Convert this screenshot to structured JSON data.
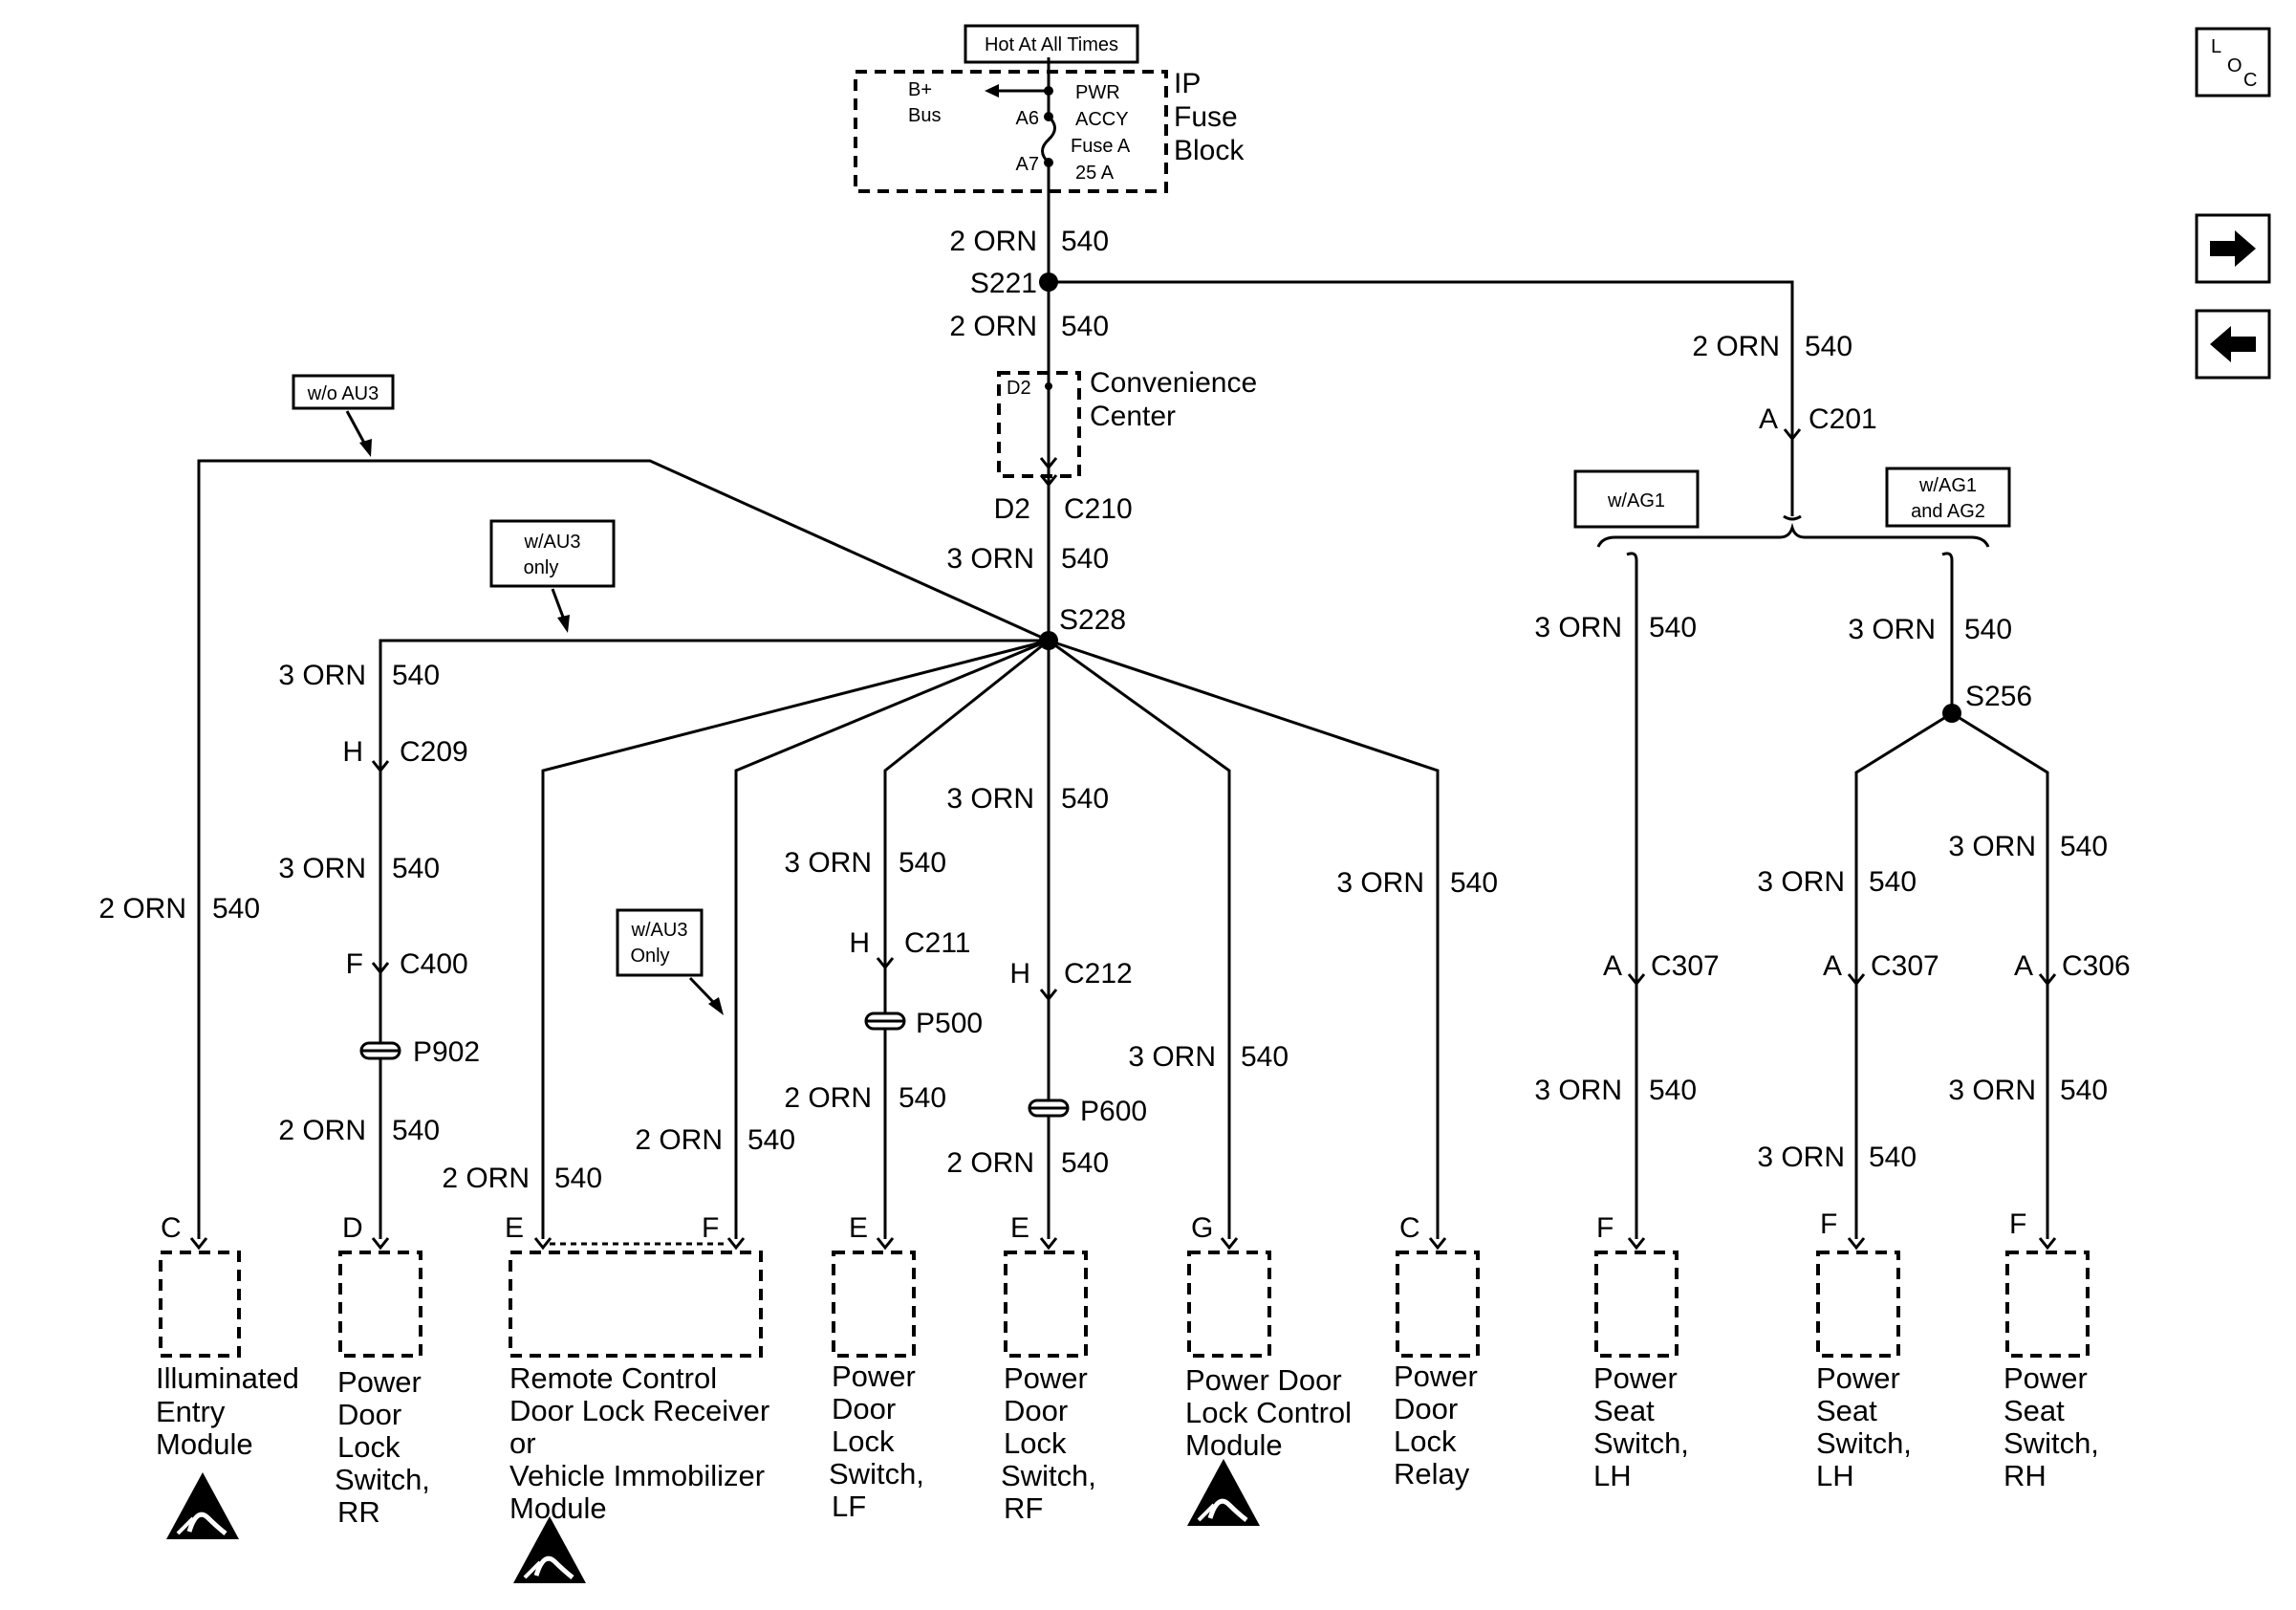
{
  "supply": {
    "hot_label": "Hot At All Times",
    "bplus": "B+",
    "bus": "Bus",
    "pin_a6": "A6",
    "pin_a7": "A7",
    "fuse_lines": [
      "PWR",
      "ACCY",
      "Fuse A",
      "25 A"
    ],
    "block_lines": [
      "IP",
      "Fuse",
      "Block"
    ]
  },
  "nav": {
    "loc_l": "L",
    "loc_o": "O",
    "loc_c": "C"
  },
  "conditions": {
    "wo_au3": "w/o AU3",
    "w_au3_only": [
      "w/AU3",
      "only"
    ],
    "w_au3_only2": [
      "w/AU3",
      "Only"
    ],
    "w_ag1": "w/AG1",
    "w_ag1_ag2": [
      "w/AG1",
      "and AG2"
    ]
  },
  "splices": {
    "s221": "S221",
    "s228": "S228",
    "s256": "S256"
  },
  "convenience": {
    "pin": "D2",
    "lines": [
      "Convenience",
      "Center"
    ]
  },
  "connectors": {
    "c210_pin": "D2",
    "c210": "C210",
    "c201_pin": "A",
    "c201": "C201",
    "c209_pin": "H",
    "c209": "C209",
    "c400_pin": "F",
    "c400": "C400",
    "c211_pin": "H",
    "c211": "C211",
    "c212_pin": "H",
    "c212": "C212",
    "c307a_pin": "A",
    "c307a": "C307",
    "c307b_pin": "A",
    "c307b": "C307",
    "c306_pin": "A",
    "c306": "C306",
    "p902": "P902",
    "p500": "P500",
    "p600": "P600"
  },
  "wires": {
    "main_top_size": "2 ORN",
    "main_top_circ": "540",
    "main_mid_size": "2 ORN",
    "main_mid_circ": "540",
    "right_top_size": "2 ORN",
    "right_top_circ": "540",
    "s228_in_size": "3 ORN",
    "s228_in_circ": "540",
    "iem_size": "2 ORN",
    "iem_circ": "540",
    "rr_a_size": "3 ORN",
    "rr_a_circ": "540",
    "rr_b_size": "3 ORN",
    "rr_b_circ": "540",
    "rr_c_size": "2 ORN",
    "rr_c_circ": "540",
    "rke_e_size": "2 ORN",
    "rke_e_circ": "540",
    "rke_f_size": "2 ORN",
    "rke_f_circ": "540",
    "lf_a_size": "3 ORN",
    "lf_a_circ": "540",
    "lf_b_size": "2 ORN",
    "lf_b_circ": "540",
    "rf_a_size": "3 ORN",
    "rf_a_circ": "540",
    "rf_b_size": "2 ORN",
    "rf_b_circ": "540",
    "pdlc_size": "3 ORN",
    "pdlc_circ": "540",
    "relay_size": "3 ORN",
    "relay_circ": "540",
    "ag1_a_size": "3 ORN",
    "ag1_a_circ": "540",
    "ag1_b_size": "3 ORN",
    "ag1_b_circ": "540",
    "ag2_a_size": "3 ORN",
    "ag2_a_circ": "540",
    "lh2_a_size": "3 ORN",
    "lh2_a_circ": "540",
    "lh2_b_size": "3 ORN",
    "lh2_b_circ": "540",
    "rh_a_size": "3 ORN",
    "rh_a_circ": "540",
    "rh_b_size": "3 ORN",
    "rh_b_circ": "540"
  },
  "components": {
    "iem": {
      "pin": "C",
      "lines": [
        "Illuminated",
        "Entry",
        "Module"
      ]
    },
    "rr": {
      "pin": "D",
      "lines": [
        "Power",
        "Door",
        "Lock",
        "Switch,",
        "RR"
      ]
    },
    "rke": {
      "pin_e": "E",
      "pin_f": "F",
      "lines": [
        "Remote Control",
        "Door Lock Receiver",
        "or",
        "Vehicle Immobilizer",
        "Module"
      ]
    },
    "lf": {
      "pin": "E",
      "lines": [
        "Power",
        "Door",
        "Lock",
        "Switch,",
        "LF"
      ]
    },
    "rf": {
      "pin": "E",
      "lines": [
        "Power",
        "Door",
        "Lock",
        "Switch,",
        "RF"
      ]
    },
    "pdlc": {
      "pin": "G",
      "lines": [
        "Power Door",
        "Lock Control",
        "Module"
      ]
    },
    "relay": {
      "pin": "C",
      "lines": [
        "Power",
        "Door",
        "Lock",
        "Relay"
      ]
    },
    "seat_lh1": {
      "pin": "F",
      "lines": [
        "Power",
        "Seat",
        "Switch,",
        "LH"
      ]
    },
    "seat_lh2": {
      "pin": "F",
      "lines": [
        "Power",
        "Seat",
        "Switch,",
        "LH"
      ]
    },
    "seat_rh": {
      "pin": "F",
      "lines": [
        "Power",
        "Seat",
        "Switch,",
        "RH"
      ]
    }
  }
}
